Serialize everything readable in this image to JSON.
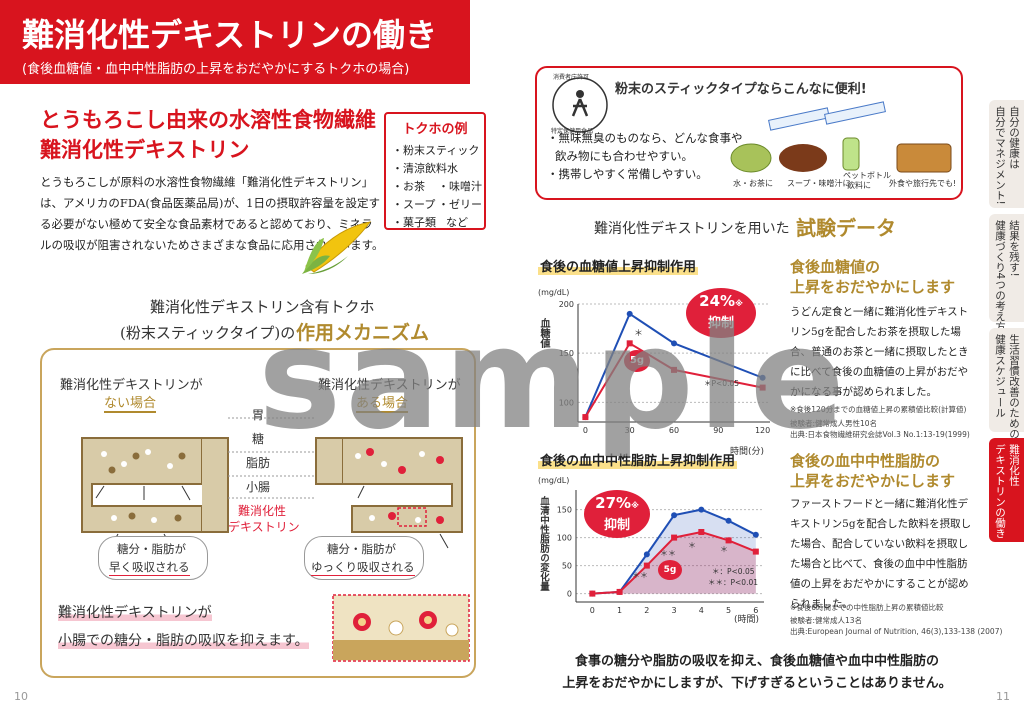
{
  "header": {
    "title": "難消化性デキストリンの働き",
    "subtitle": "(食後血糖値・血中中性脂肪の上昇をおだやかにするトクホの場合)"
  },
  "intro": {
    "title_line1": "とうもろこし由来の水溶性食物繊維",
    "title_line2": "難消化性デキストリン",
    "body": "とうもろこしが原料の水溶性食物繊維「難消化性デキストリン」は、アメリカのFDA(食品医薬品局)が、1日の摂取許容量を設定する必要がない極めて安全な食品素材であると認めており、ミネラルの吸収が阻害されないためさまざまな食品に応用されています。"
  },
  "tokuho_examples": {
    "heading": "トクホの例",
    "items": [
      "・粉末スティック",
      "・清涼飲料水",
      "・お茶",
      "・味噌汁",
      "・スープ",
      "・ゼリー",
      "・菓子類",
      "など"
    ]
  },
  "mechanism": {
    "line1": "難消化性デキストリン含有トクホ",
    "line2": "(粉末スティックタイプ)の",
    "accent": "作用メカニズム",
    "without_line1": "難消化性デキストリンが",
    "without_line2": "ない場合",
    "with_line1": "難消化性デキストリンが",
    "with_line2": "ある場合",
    "organs": [
      "胃",
      "糖",
      "脂肪",
      "小腸"
    ],
    "dextrin_label_1": "難消化性",
    "dextrin_label_2": "デキストリン",
    "result_fast_1": "糖分・脂肪が",
    "result_fast_2": "早く吸収される",
    "result_slow_1": "糖分・脂肪が",
    "result_slow_2": "ゆっくり吸収される",
    "conclusion_1": "難消化性デキストリンが",
    "conclusion_2": "小腸での糖分・脂肪の吸収を抑えます。"
  },
  "advantages": {
    "badge_text_top": "消費者庁許可",
    "badge_text_bottom": "特定保健用食品",
    "title": "粉末のスティックタイプならこんなに便利!",
    "points": [
      "・無味無臭のものなら、どんな食事や",
      "飲み物にも合わせやすい。",
      "・携帯しやすく常備しやすい。"
    ],
    "captions": [
      "水・お茶に",
      "スープ・味噌汁に",
      "ペットボトル",
      "飲料に",
      "外食や旅行先でも!"
    ]
  },
  "test_section": {
    "label": "難消化性デキストリンを用いた",
    "accent": "試験データ"
  },
  "chart_blood_sugar": {
    "heading": "食後の血糖値上昇抑制作用",
    "ylabel": "血糖値",
    "unit": "(mg/dL)",
    "xlabel": "時間(分)",
    "badge_pct": "24%",
    "badge_star": "※",
    "badge_word": "抑制",
    "dose": "5g",
    "sig": "＊P<0.05",
    "sig_mark": "＊"
  },
  "chart_fat": {
    "heading": "食後の血中中性脂肪上昇抑制作用",
    "ylabel": "血清中性脂肪の変化量",
    "unit": "(mg/dL)",
    "xlabel": "(時間)",
    "badge_pct": "27%",
    "badge_star": "※",
    "badge_word": "抑制",
    "dose": "5g",
    "sig1": "＊：P<0.05",
    "sig2": "＊＊：P<0.01",
    "marks": [
      "＊＊",
      "＊",
      "＊＊",
      "＊"
    ]
  },
  "chart_data": [
    {
      "type": "line",
      "title": "食後の血糖値上昇抑制作用",
      "xlabel": "時間(分)",
      "ylabel": "血糖値",
      "unit": "(mg/dL)",
      "x": [
        0,
        30,
        60,
        90,
        120
      ],
      "xticks": [
        "0",
        "30",
        "60",
        "90",
        "120"
      ],
      "yticks": [
        "100",
        "150",
        "200"
      ],
      "ylim": [
        80,
        200
      ],
      "xlim": [
        -5,
        125
      ],
      "series": [
        {
          "color": "#1f4fb5",
          "points": [
            [
              0,
              85
            ],
            [
              30,
              190
            ],
            [
              60,
              160
            ],
            [
              120,
              125
            ]
          ]
        },
        {
          "color": "#e0203a",
          "points": [
            [
              0,
              85
            ],
            [
              30,
              160
            ],
            [
              60,
              133
            ],
            [
              120,
              115
            ]
          ]
        }
      ]
    },
    {
      "type": "area",
      "title": "食後の血中中性脂肪上昇抑制作用",
      "xlabel": "(時間)",
      "ylabel": "血清中性脂肪の変化量",
      "unit": "(mg/dL)",
      "x": [
        0,
        1,
        2,
        3,
        4,
        5,
        6
      ],
      "xticks": [
        "0",
        "1",
        "2",
        "3",
        "4",
        "5",
        "6"
      ],
      "yticks": [
        "0",
        "50",
        "100",
        "150"
      ],
      "ylim": [
        -15,
        185
      ],
      "xlim": [
        -0.6,
        6.3
      ],
      "series": [
        {
          "color": "#1f4fb5",
          "values": [
            0,
            3,
            70,
            140,
            150,
            130,
            105
          ]
        },
        {
          "color": "#e0203a",
          "values": [
            0,
            3,
            50,
            100,
            110,
            95,
            75
          ]
        }
      ]
    }
  ],
  "blood_sugar_text": {
    "heading_1": "食後血糖値の",
    "heading_2": "上昇をおだやかにします",
    "body": "うどん定食と一緒に難消化性デキストリン5gを配合したお茶を摂取した場合、普通のお茶と一緒に摂取したときに比べて食後の血糖値の上昇がおだやかになる事が認められました。",
    "note1": "※食後120分までの血糖値上昇の累積値比較(計算値)",
    "note2": "被験者:健常成人男性10名",
    "note3": "出典:日本食物繊維研究会誌Vol.3 No.1:13-19(1999)"
  },
  "fat_text": {
    "heading_1": "食後の血中中性脂肪の",
    "heading_2": "上昇をおだやかにします",
    "body": "ファーストフードと一緒に難消化性デキストリン5gを配合した飲料を摂取した場合、配合していない飲料を摂取した場合と比べて、食後の血中中性脂肪値の上昇をおだやかにすることが認められました。",
    "note1": "※食後6時間までの中性脂肪上昇の累積値比較",
    "note2": "被験者:健常成人13名",
    "note3": "出典:European Journal of Nutrition, 46(3),133-138 (2007)"
  },
  "summary": {
    "line1": "食事の糖分や脂肪の吸収を抑え、食後血糖値や血中中性脂肪の",
    "line2": "上昇をおだやかにしますが、下げすぎるということはありません。"
  },
  "pages": {
    "left": "10",
    "right": "11"
  },
  "side_tabs": [
    {
      "col1": "自分の健康は",
      "col2": "自分でマネジメント!"
    },
    {
      "col1": "結果を残す!",
      "col2": "健康づくり4つの考え方"
    },
    {
      "col1": "生活習慣改善のための",
      "col2": "健康スケジュール"
    },
    {
      "col1": "難消化性",
      "col2": "デキストリンの働き"
    }
  ],
  "watermark": "sample",
  "colors": {
    "accent_red": "#d8141e",
    "gold": "#b08a2e",
    "blue_series": "#1f4fb5",
    "red_series": "#e0203a"
  }
}
